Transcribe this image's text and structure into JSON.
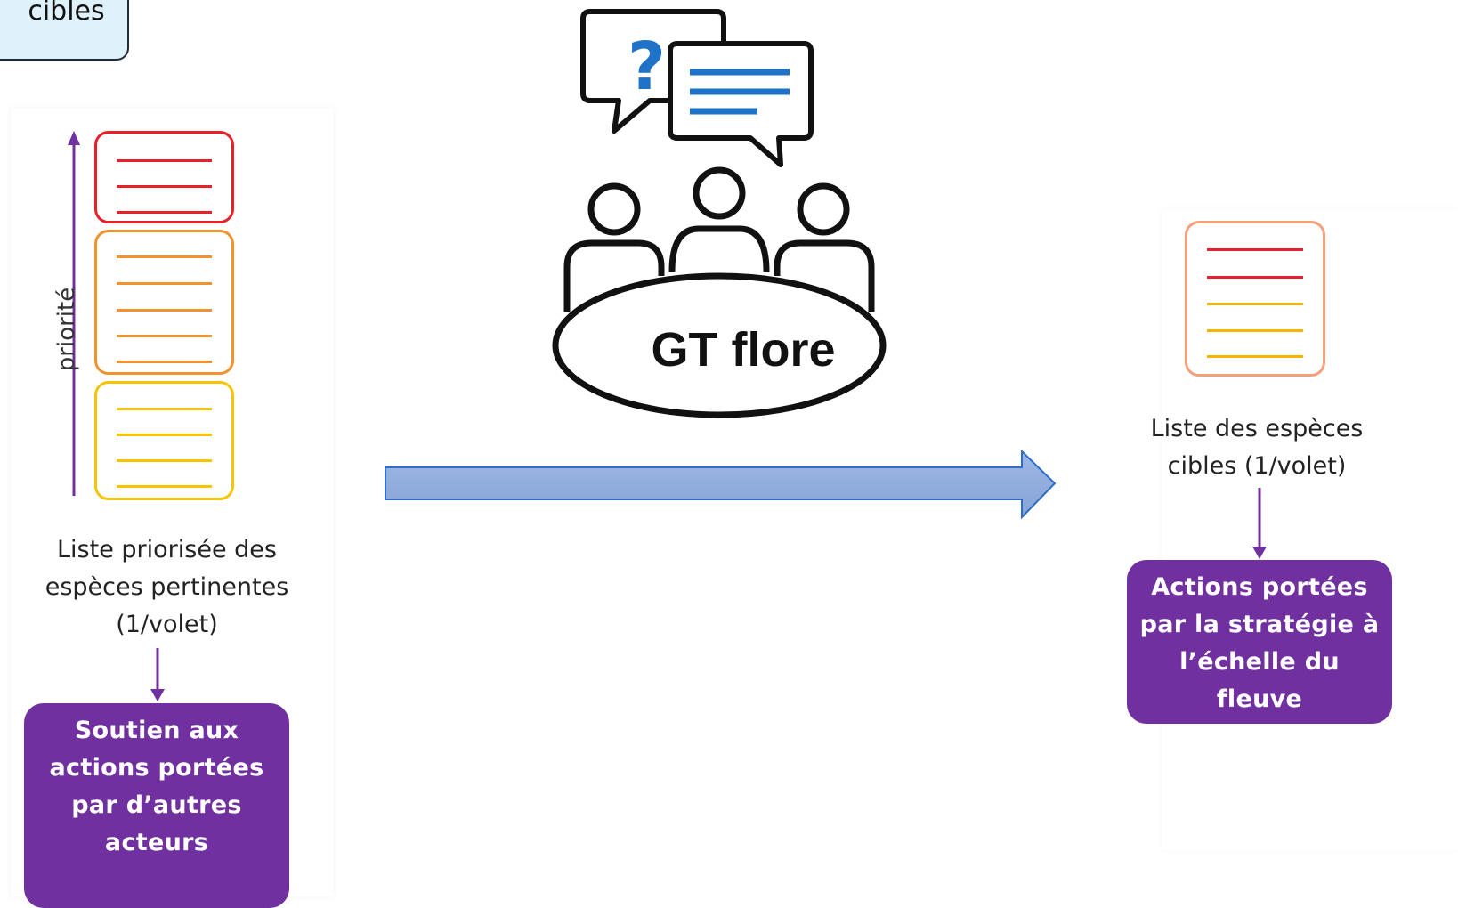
{
  "tag": {
    "text": "cibles"
  },
  "left_panel": {
    "priority_label": "priorité",
    "caption": [
      "Liste priorisée des",
      "espèces pertinentes",
      "(1/volet)"
    ],
    "action_box": [
      "Soutien  aux",
      "actions portées",
      "par d’autres",
      "acteurs"
    ]
  },
  "center": {
    "group_label": "GT flore"
  },
  "right_panel": {
    "caption": [
      "Liste des espèces",
      "cibles (1/volet)"
    ],
    "action_box": [
      "Actions portées",
      "par la stratégie à",
      "l’échelle du",
      "fleuve"
    ]
  },
  "colors": {
    "red": "#e8202a",
    "orange": "#f3922a",
    "yellow": "#f6c400",
    "purple": "#7030a0",
    "arrow_fill": "#8eaadb",
    "arrow_stroke": "#2f6ec4",
    "icon_blue": "#1e72c8"
  }
}
